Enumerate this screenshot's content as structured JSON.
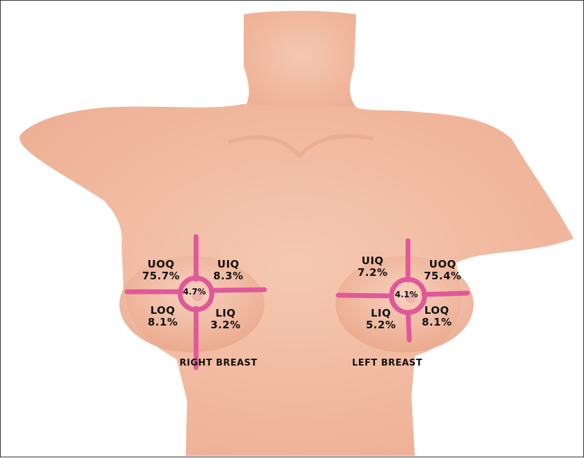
{
  "colors": {
    "skin": "#f2bca3",
    "skin_shadow": "#e7a78b",
    "accent": "#e0589a"
  },
  "right_breast": {
    "name": "RIGHT BREAST",
    "center": "4.7%",
    "quadrants": {
      "uoq": {
        "label": "UOQ",
        "value": "75.7%"
      },
      "uiq": {
        "label": "UIQ",
        "value": "8.3%"
      },
      "loq": {
        "label": "LOQ",
        "value": "8.1%"
      },
      "liq": {
        "label": "LIQ",
        "value": "3.2%"
      }
    }
  },
  "left_breast": {
    "name": "LEFT BREAST",
    "center": "4.1%",
    "quadrants": {
      "uiq": {
        "label": "UIQ",
        "value": "7.2%"
      },
      "uoq": {
        "label": "UOQ",
        "value": "75.4%"
      },
      "liq": {
        "label": "LIQ",
        "value": "5.2%"
      },
      "loq": {
        "label": "LOQ",
        "value": "8.1%"
      }
    }
  }
}
